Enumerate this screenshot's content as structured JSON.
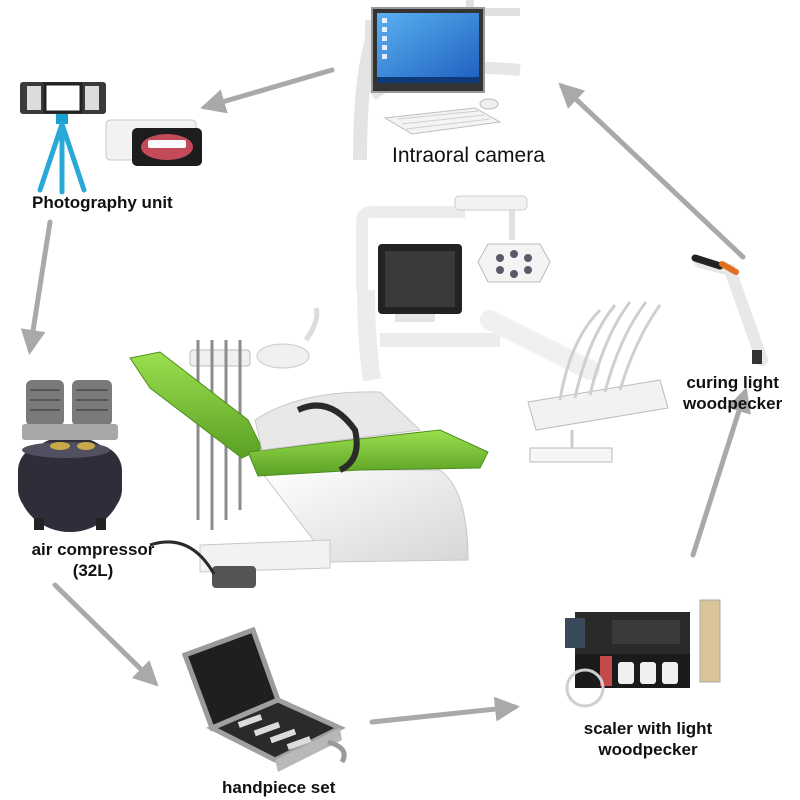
{
  "labels": {
    "intraoral_camera": "Intraoral camera",
    "photography_unit": "Photography unit",
    "curing_light": [
      "curing light",
      "woodpecker"
    ],
    "air_compressor": [
      "air compressor",
      "(32L)"
    ],
    "handpiece_set": "handpiece set",
    "scaler": [
      "scaler with light",
      "woodpecker"
    ]
  },
  "colors": {
    "upholstery": "#7cc83a",
    "upholstery_dark": "#5aa024",
    "arrow": "#a8aaa8",
    "chair_body": "#eeeeee",
    "compressor": "#2e2e3a",
    "tripod": "#2aa9d8",
    "screen": "#1e6fd0"
  },
  "icons": [
    "arrow-icon",
    "monitor-icon",
    "tripod-icon",
    "compressor-icon",
    "case-icon",
    "scaler-icon",
    "curing-light-icon",
    "dental-chair-icon"
  ]
}
